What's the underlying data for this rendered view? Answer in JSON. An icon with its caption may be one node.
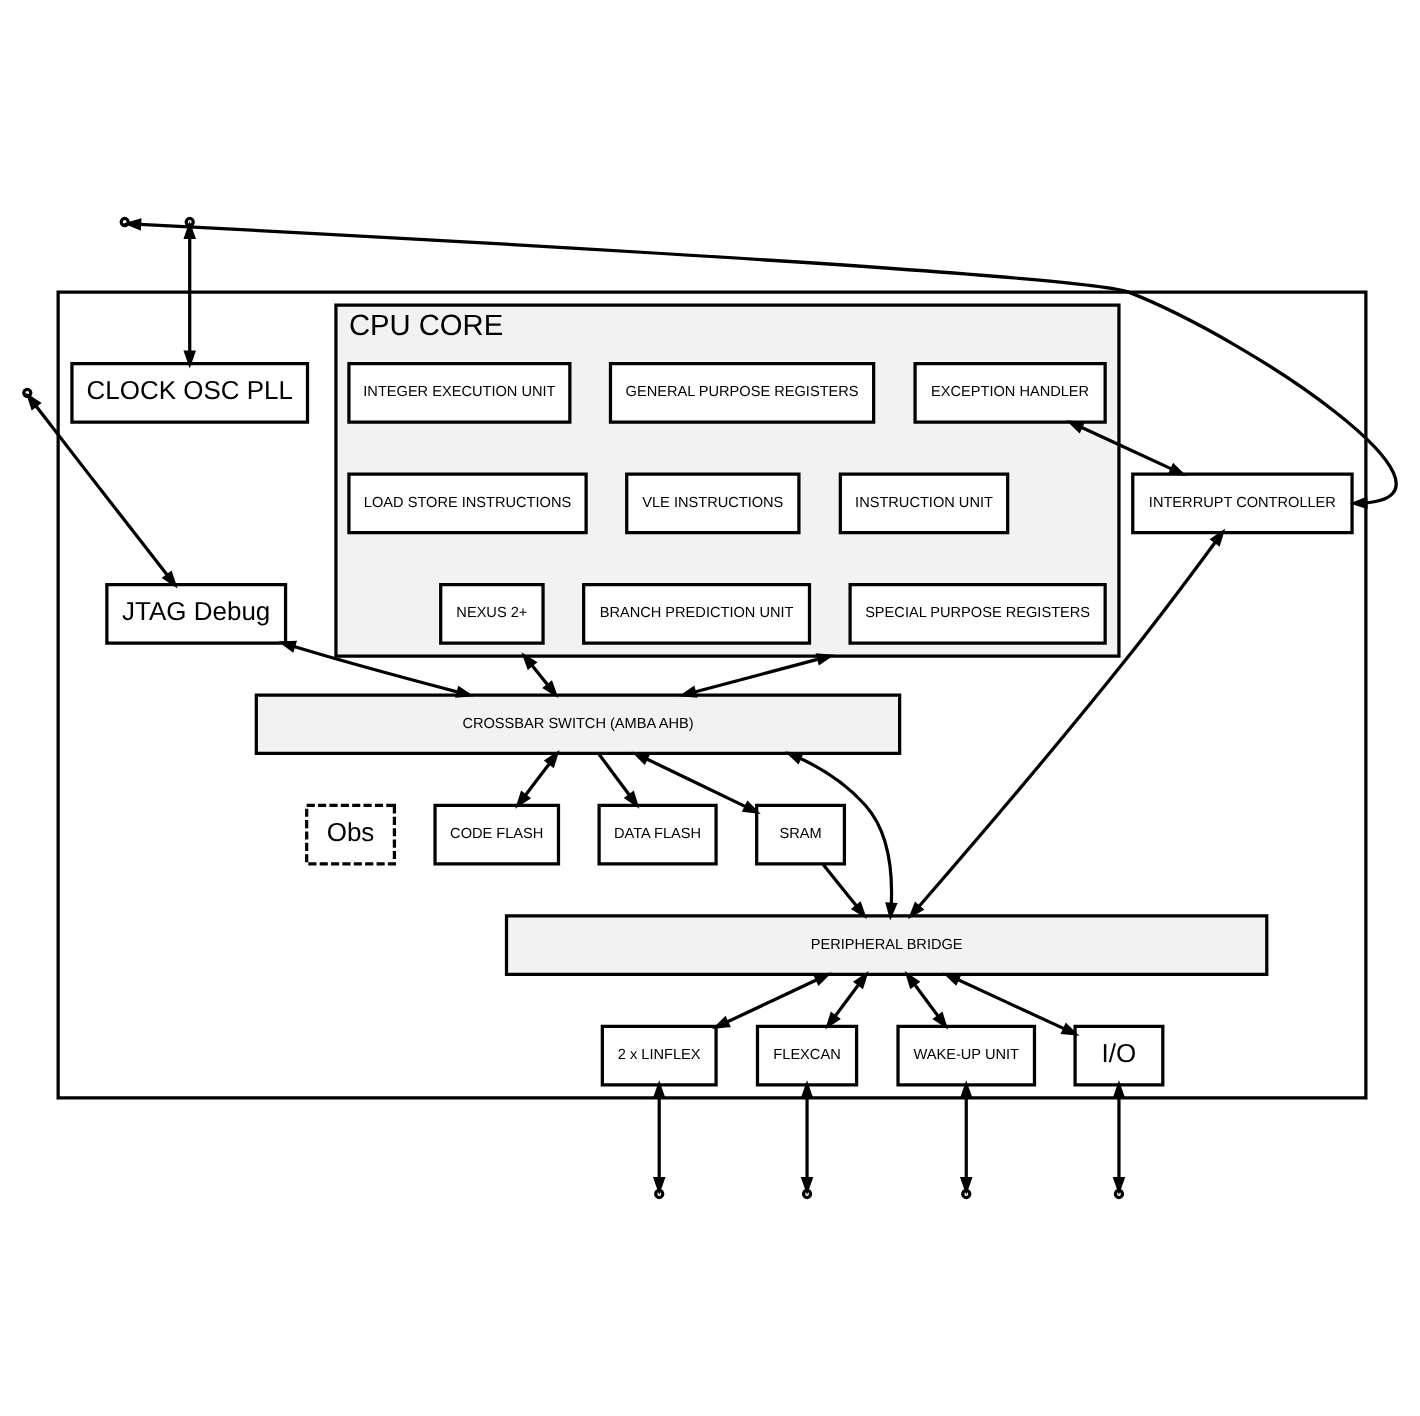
{
  "diagram": {
    "nodes": [
      {
        "text": [],
        "shape": "box"
      },
      {
        "text": [
          "CLOCK OSC PLL"
        ],
        "in": 0
      },
      {
        "text": [
          "JTAG Debug"
        ],
        "in": 0
      },
      {
        "text": [
          "CPU CORE"
        ],
        "in": 0
      },
      {
        "text": [
          "INTEGER EXECUTION UNIT"
        ],
        "in": 3
      },
      {
        "text": [
          "GENERAL PURPOSE REGISTERS"
        ],
        "in": 3
      },
      {
        "text": [
          "EXCEPTION HANDLER"
        ],
        "in": 3
      },
      {
        "text": [
          "INSTRUCTION UNIT"
        ],
        "in": 3
      },
      {
        "text": [
          "VLE INSTRUCTIONS"
        ],
        "in": 3
      },
      {
        "text": [
          "LOAD STORE INSTRUCTIONS"
        ],
        "in": 3
      },
      {
        "text": [
          "NEXUS 2+"
        ],
        "in": 3
      },
      {
        "text": [
          "BRANCH PREDICTION UNIT"
        ],
        "in": 3
      },
      {
        "text": [
          "SPECIAL PURPOSE REGISTERS"
        ],
        "in": 3
      },
      {
        "text": [
          "INTERRUPT CONTROLLER"
        ],
        "in": 0
      },
      {
        "text": [
          "CROSSBAR SWITCH (AMBA AHB)"
        ],
        "in": 0
      },
      {
        "text": [
          "Obs"
        ],
        "in": 0
      },
      {
        "text": [
          "CODE FLASH"
        ],
        "in": 0
      },
      {
        "text": [
          "DATA FLASH"
        ],
        "in": 0
      },
      {
        "text": [
          "SRAM"
        ],
        "in": 0
      },
      {
        "text": [
          "PERIPHERAL BRIDGE"
        ],
        "in": 0
      },
      {
        "text": [
          "2 x LINFLEX"
        ],
        "in": 0
      },
      {
        "text": [
          "FLEXCAN"
        ],
        "in": 0
      },
      {
        "text": [
          "WAKE-UP UNIT"
        ],
        "in": 0
      },
      {
        "text": [
          "I/O"
        ],
        "in": 0
      }
    ],
    "edges": [
      {
        "from": null,
        "to": 1,
        "arrow": "both"
      },
      {
        "from": null,
        "to": 2,
        "arrow": "both"
      },
      {
        "from": 6,
        "to": 13,
        "arrow": "both"
      },
      {
        "from": 13,
        "to": null,
        "arrow": "both"
      },
      {
        "from": 2,
        "to": 14,
        "arrow": "both"
      },
      {
        "from": 3,
        "to": 14,
        "arrow": "both"
      },
      {
        "from": 3,
        "to": 14,
        "arrow": "both"
      },
      {
        "from": 14,
        "to": 16,
        "arrow": "both"
      },
      {
        "from": 14,
        "to": 17,
        "arrow": "to"
      },
      {
        "from": 14,
        "to": 18,
        "arrow": "both"
      },
      {
        "from": 18,
        "to": 19,
        "arrow": "to"
      },
      {
        "from": 14,
        "to": 19,
        "arrow": "both"
      },
      {
        "from": 13,
        "to": 19,
        "arrow": "both"
      },
      {
        "from": 19,
        "to": 20,
        "arrow": "both"
      },
      {
        "from": 19,
        "to": 21,
        "arrow": "both"
      },
      {
        "from": 19,
        "to": 22,
        "arrow": "both"
      },
      {
        "from": 19,
        "to": 23,
        "arrow": "both"
      },
      {
        "from": 20,
        "to": null,
        "arrow": "both"
      },
      {
        "from": 21,
        "to": null,
        "arrow": "both"
      },
      {
        "from": 22,
        "to": null,
        "arrow": "both"
      },
      {
        "from": 23,
        "to": null,
        "arrow": "both"
      }
    ]
  }
}
